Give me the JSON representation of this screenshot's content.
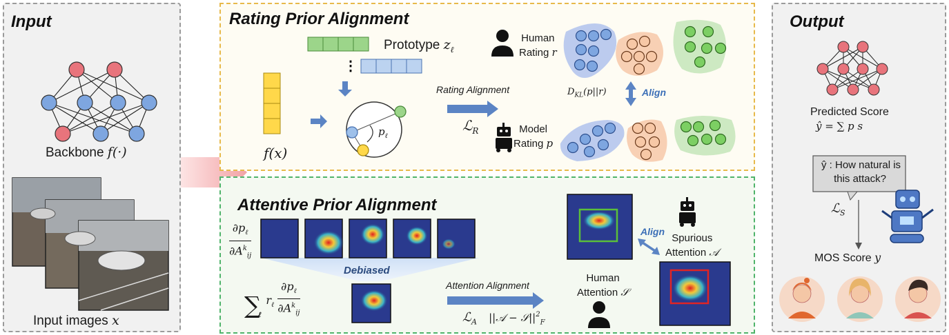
{
  "panels": {
    "input": {
      "title": "Input",
      "backbone_label": "Backbone",
      "backbone_math": "f(·)",
      "images_label": "Input images",
      "images_math": "x"
    },
    "rating": {
      "title": "Rating Prior Alignment",
      "prototype_label": "Prototype",
      "prototype_math": "z",
      "prototype_sub": "ℓ",
      "fx_label": "f(x)",
      "p_label": "p",
      "p_sub": "ℓ",
      "rating_alignment": "Rating Alignment",
      "loss_r": "ℒ",
      "loss_r_sub": "R",
      "human_rating_line1": "Human",
      "human_rating_line2": "Rating",
      "human_rating_var": "r",
      "model_rating_line1": "Model",
      "model_rating_line2": "Rating",
      "model_rating_var": "p",
      "dkl": "D",
      "dkl_sub": "KL",
      "dkl_arg": "(p||r)",
      "align": "Align"
    },
    "attention": {
      "title": "Attentive Prior Alignment",
      "grad_num": "∂p",
      "grad_num_sub": "ℓ",
      "grad_den": "∂A",
      "grad_den_sup": "k",
      "grad_den_sub": "ij",
      "debiased": "Debiased",
      "sum_symbol": "∑",
      "sum_sub": "ℓ",
      "sum_r": "r",
      "sum_r_sub": "ℓ",
      "attention_alignment": "Attention Alignment",
      "loss_a": "ℒ",
      "loss_a_sub": "A",
      "loss_a_expr": "||𝒜 − 𝒮||",
      "loss_a_sup": "2",
      "loss_a_norm_sub": "F",
      "human_attention_line1": "Human",
      "human_attention_line2": "Attention",
      "human_attention_var": "𝒮",
      "align": "Align",
      "spurious_line1": "Spurious",
      "spurious_line2": "Attention",
      "spurious_var": "𝒜"
    },
    "output": {
      "title": "Output",
      "predicted_label": "Predicted Score",
      "predicted_formula": "ŷ = ∑ p s",
      "question_line1": "ŷ : How natural is",
      "question_line2": "this attack?",
      "loss_s": "ℒ",
      "loss_s_sub": "S",
      "mos_label": "MOS Score",
      "mos_var": "y"
    }
  },
  "colors": {
    "node_red": "#e8747c",
    "node_blue": "#7ea6e0",
    "node_green": "#7ccf63",
    "node_yellow": "#ffd84a",
    "node_orange": "#f7c8a6",
    "arrow_blue": "#5b84c4",
    "rating_border": "#e7b94a",
    "attention_border": "#4fb36a"
  }
}
